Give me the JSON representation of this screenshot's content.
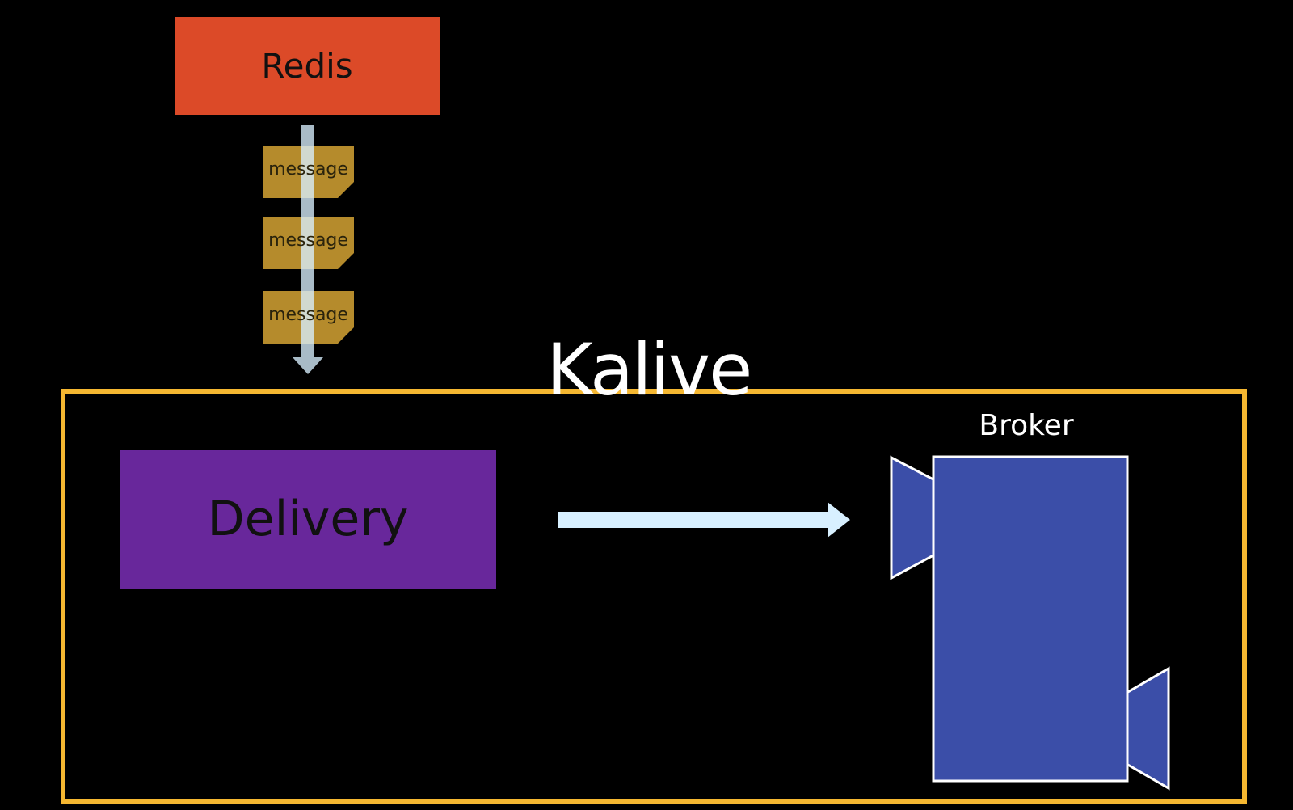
{
  "diagram": {
    "title": "Kalive",
    "redis": {
      "label": "Redis"
    },
    "messages": [
      {
        "label": "message"
      },
      {
        "label": "message"
      },
      {
        "label": "message"
      }
    ],
    "delivery": {
      "label": "Delivery"
    },
    "broker": {
      "label": "Broker"
    }
  },
  "colors": {
    "background": "#000000",
    "redis": "#dc4a28",
    "message": "#b58b2c",
    "flow_arrow": "#d8f0ff",
    "kalive_border": "#f5b731",
    "delivery": "#68279b",
    "broker": "#3b4ea8",
    "broker_outline": "#ffffff"
  }
}
